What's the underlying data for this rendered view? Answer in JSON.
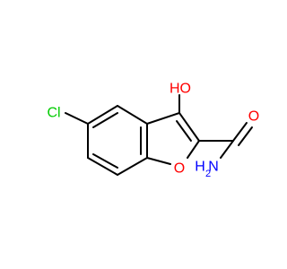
{
  "molecule": {
    "atoms": {
      "chlorine": "Cl",
      "hydroxyl": "HO",
      "ring_oxygen": "O",
      "carbonyl_oxygen": "O",
      "amide_nitrogen": "N",
      "amide_hydrogen": "H",
      "amide_hydrogen_count": "2"
    },
    "colors": {
      "bond": "#000000",
      "oxygen": "#ff0000",
      "nitrogen": "#0000ff",
      "chlorine": "#00cc00"
    }
  }
}
